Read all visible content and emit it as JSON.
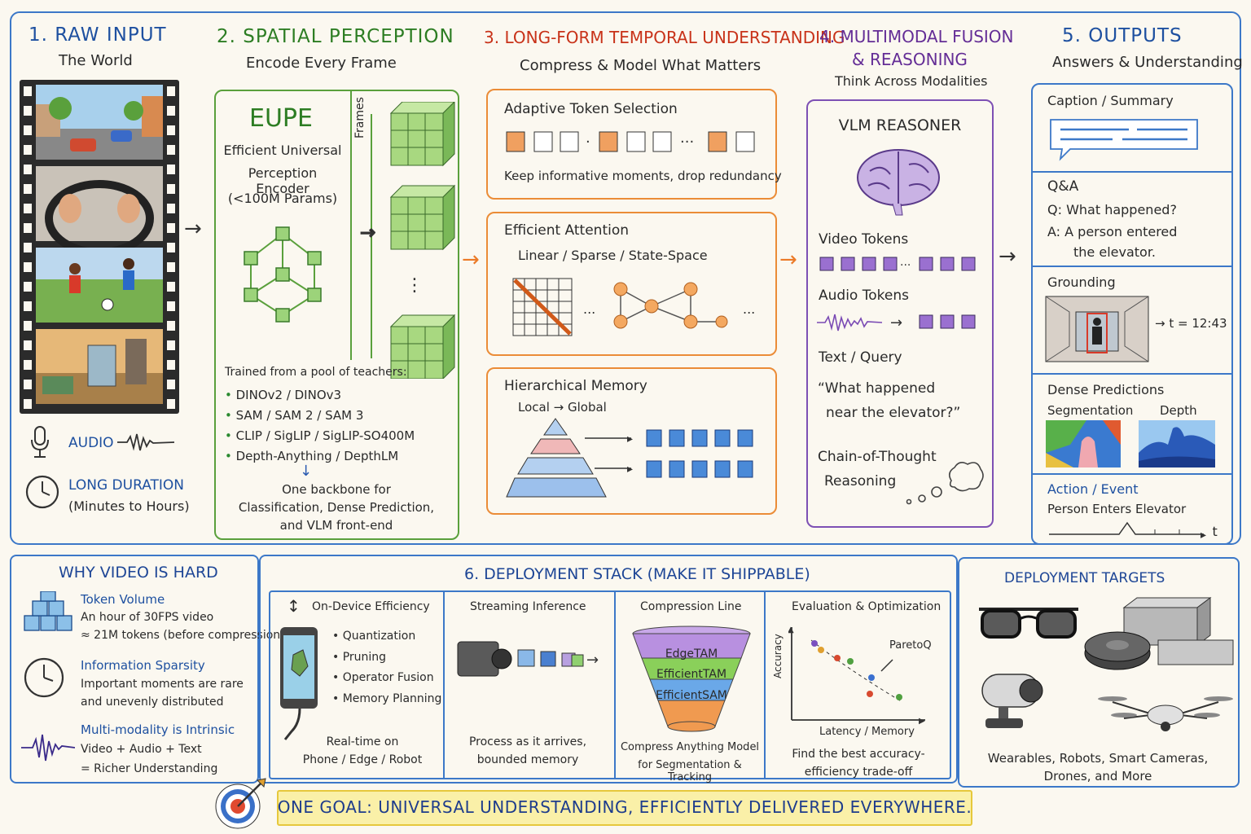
{
  "s1": {
    "title": "1. RAW INPUT",
    "subtitle": "The World",
    "audio": "AUDIO",
    "long_duration": "LONG DURATION",
    "long_duration_sub": "(Minutes to Hours)"
  },
  "s2": {
    "title": "2. SPATIAL PERCEPTION",
    "subtitle": "Encode Every Frame",
    "eupe": "EUPE",
    "eupe_desc1": "Efficient Universal",
    "eupe_desc2": "Perception Encoder",
    "eupe_desc3": "(<100M Params)",
    "frames": "Frames",
    "teachers_head": "Trained from a pool of teachers:",
    "teachers": [
      "DINOv2 / DINOv3",
      "SAM / SAM 2 / SAM 3",
      "CLIP / SigLIP / SigLIP-SO400M",
      "Depth-Anything / DepthLM"
    ],
    "backbone1": "One backbone for",
    "backbone2": "Classification, Dense Prediction,",
    "backbone3": "and VLM front-end"
  },
  "s3": {
    "title": "3. LONG-FORM TEMPORAL UNDERSTANDING",
    "subtitle": "Compress & Model What Matters",
    "ats": "Adaptive Token Selection",
    "ats_desc": "Keep informative moments, drop redundancy",
    "ea": "Efficient Attention",
    "ea_sub": "Linear / Sparse / State-Space",
    "hm": "Hierarchical Memory",
    "hm_sub": "Local → Global",
    "ellipsis": "..."
  },
  "s4": {
    "title1": "4. MULTIMODAL FUSION",
    "title2": "& REASONING",
    "subtitle": "Think Across Modalities",
    "vlm": "VLM REASONER",
    "video_tokens": "Video Tokens",
    "audio_tokens": "Audio Tokens",
    "text_query": "Text / Query",
    "quote1": "“What happened",
    "quote2": "near the elevator?”",
    "cot1": "Chain-of-Thought",
    "cot2": "Reasoning"
  },
  "s5": {
    "title": "5. OUTPUTS",
    "subtitle": "Answers & Understanding",
    "caption": "Caption / Summary",
    "qa": "Q&A",
    "q": "Q:  What happened?",
    "a1": "A:  A person entered",
    "a2": "the elevator.",
    "grounding": "Grounding",
    "time": "→ t = 12:43",
    "dense": "Dense Predictions",
    "seg": "Segmentation",
    "depth": "Depth",
    "action": "Action / Event",
    "action_desc": "Person Enters Elevator",
    "t": "→ t"
  },
  "why": {
    "title": "WHY VIDEO IS HARD",
    "items": [
      {
        "head": "Token Volume",
        "l1": "An hour of 30FPS video",
        "l2": "≈ 21M tokens (before compression)"
      },
      {
        "head": "Information Sparsity",
        "l1": "Important moments are rare",
        "l2": "and unevenly distributed"
      },
      {
        "head": "Multi-modality is Intrinsic",
        "l1": "Video + Audio + Text",
        "l2": "= Richer Understanding"
      }
    ]
  },
  "s6": {
    "title": "6. DEPLOYMENT STACK (MAKE IT SHIPPABLE)",
    "ode": {
      "head": "On-Device Efficiency",
      "items": [
        "Quantization",
        "Pruning",
        "Operator Fusion",
        "Memory Planning"
      ],
      "f1": "Real-time on",
      "f2": "Phone / Edge / Robot"
    },
    "si": {
      "head": "Streaming Inference",
      "f1": "Process as it arrives,",
      "f2": "bounded memory"
    },
    "cl": {
      "head": "Compression Line",
      "tiers": [
        "EdgeTAM",
        "EfficientTAM",
        "EfficientSAM"
      ],
      "f1": "Compress Anything Model",
      "f2": "for Segmentation & Tracking"
    },
    "eo": {
      "head": "Evaluation & Optimization",
      "ylabel": "Accuracy",
      "xlabel": "Latency / Memory",
      "paretoq": "ParetoQ",
      "f1": "Find the best accuracy-",
      "f2": "efficiency trade-off"
    }
  },
  "targets": {
    "title": "DEPLOYMENT TARGETS",
    "f1": "Wearables, Robots, Smart Cameras,",
    "f2": "Drones, and More"
  },
  "goal": "ONE GOAL: UNIVERSAL UNDERSTANDING, EFFICIENTLY DELIVERED EVERYWHERE."
}
